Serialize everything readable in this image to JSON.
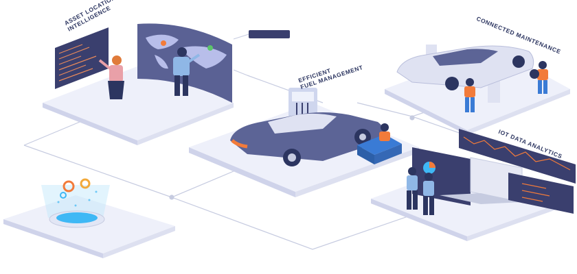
{
  "labels": {
    "asset_location": [
      "ASSET LOCATION",
      "INTELLIGENCE"
    ],
    "fuel_management": [
      "EFFICIENT",
      "FUEL MANAGEMENT"
    ],
    "connected_maintenance": "CONNECTED MAINTENANCE",
    "iot_data_analytics": "IOT DATA ANALYTICS"
  },
  "colors": {
    "platform": "#eef0fa",
    "platform_edge": "#cfd3ea",
    "line": "#c6cbe0",
    "navy": "#2c3560",
    "accent_orange": "#f27b3a",
    "screen_dark": "#3a3f6e",
    "car_body": "#5c6496",
    "car_light": "#dfe2f2",
    "hologram_blue": "#3fb8f5"
  },
  "icons": [
    "map-screen-icon",
    "car-icon",
    "fuel-pump-icon",
    "gear-icon",
    "laptop-icon",
    "chart-screen-icon",
    "person-icon"
  ]
}
